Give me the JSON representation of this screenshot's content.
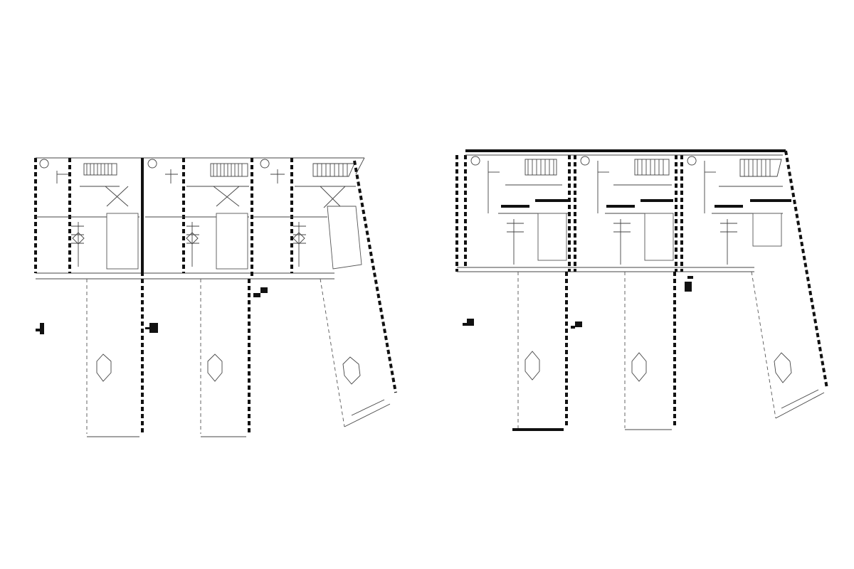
{
  "drawing": {
    "plans": [
      {
        "id": "plan-left",
        "units": 3,
        "last_unit_rotated": true
      },
      {
        "id": "plan-right",
        "units": 3,
        "last_unit_rotated": true
      }
    ],
    "colors": {
      "line": "#111111",
      "detail": "#555555",
      "background": "#ffffff"
    },
    "icons": [
      "north-arrow-icon",
      "stair-icon",
      "plant-icon"
    ]
  }
}
